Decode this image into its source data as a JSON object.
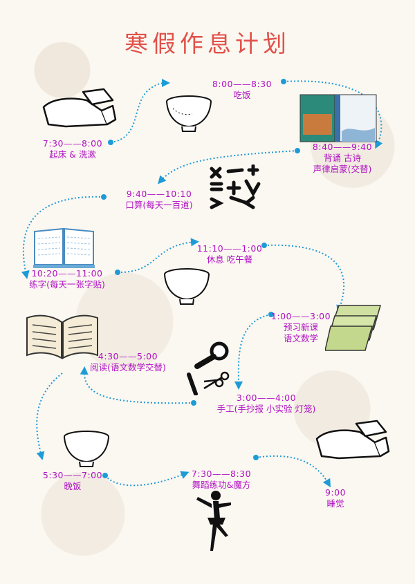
{
  "title": "寒假作息计划",
  "colors": {
    "title": "#e0524a",
    "text": "#b012c4",
    "path": "#1d9bd6",
    "line": "#111111"
  },
  "schedule": [
    {
      "time": "7:30——8:00",
      "activity": "起床 & 洗漱",
      "icon": "bed-icon"
    },
    {
      "time": "8:00——8:30",
      "activity": "吃饭",
      "icon": "bowl-icon"
    },
    {
      "time": "8:40——9:40",
      "activity": "背诵  古诗",
      "activity2": "声律启蒙(交替)",
      "icon": "books-icon"
    },
    {
      "time": "9:40——10:10",
      "activity": "口算(每天一百道)",
      "icon": "math-symbols-icon"
    },
    {
      "time": "10:20——11:00",
      "activity": "练字(每天一张字贴)",
      "icon": "notebook-icon"
    },
    {
      "time": "11:10——1:00",
      "activity": "休息  吃午餐",
      "icon": "bowl-icon"
    },
    {
      "time": "1:00——3:00",
      "activity": "预习新课",
      "activity2": "语文数学",
      "icon": "textbooks-icon"
    },
    {
      "time": "4:30——5:00",
      "activity": "阅读(语文数学交替)",
      "icon": "open-book-icon"
    },
    {
      "time": "3:00——4:00",
      "activity": "手工(手抄报 小实验 灯笼)",
      "icon": "scissors-magnifier-icon"
    },
    {
      "time": "5:30——7:00",
      "activity": "晚饭",
      "icon": "bowl-icon"
    },
    {
      "time": "7:30——8:30",
      "activity": "舞蹈练功&魔方",
      "icon": "dancer-icon"
    },
    {
      "time": "9:00",
      "activity": "睡觉",
      "icon": "bed-icon"
    }
  ]
}
